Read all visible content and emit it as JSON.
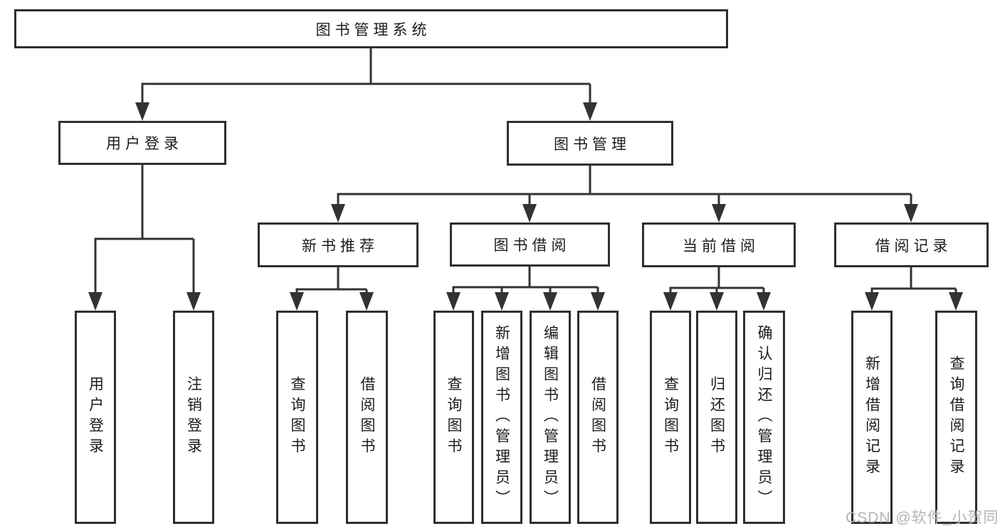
{
  "colors": {
    "line": "#333333",
    "border": "#2f2f2f",
    "text": "#1c1c1c",
    "watermark": "#b4b4b4",
    "bg": "#ffffff"
  },
  "watermark": "CSDN @软件_小贺同学",
  "tree": {
    "root": "图书管理系统",
    "children": [
      {
        "label": "用户登录",
        "children": [
          "用户登录",
          "注销登录"
        ]
      },
      {
        "label": "图书管理",
        "children": [
          {
            "label": "新书推荐",
            "children": [
              "查询图书",
              "借阅图书"
            ]
          },
          {
            "label": "图书借阅",
            "children": [
              "查询图书",
              "新增图书（管理员）",
              "编辑图书（管理员）",
              "借阅图书"
            ]
          },
          {
            "label": "当前借阅",
            "children": [
              "查询图书",
              "归还图书",
              "确认归还（管理员）"
            ]
          },
          {
            "label": "借阅记录",
            "children": [
              "新增借阅记录",
              "查询借阅记录"
            ]
          }
        ]
      }
    ]
  }
}
